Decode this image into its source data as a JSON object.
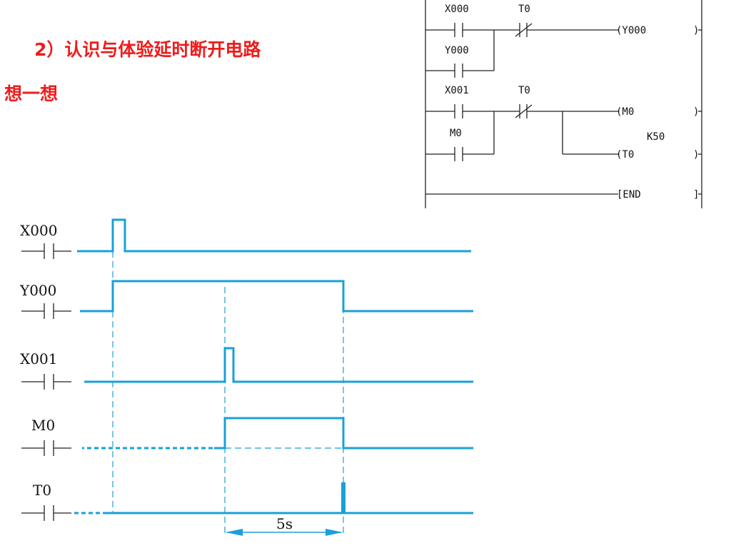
{
  "header": {
    "title": "2）认识与体验延时断开电路",
    "subtitle": "想一想"
  },
  "ladder": {
    "rungs": [
      {
        "contact": "X000",
        "parallel_contact": "Y000",
        "series_contact": "T0",
        "coil": "(Y000",
        "coil_end": ")"
      },
      {
        "contact": "X001",
        "parallel_contact": "M0",
        "series_contact": "T0",
        "coil": "(M0",
        "coil_end": ")",
        "timer_coil": "(T0",
        "timer_end": ")",
        "timer_setting": "K50"
      }
    ],
    "end_instruction": "[END",
    "end_bracket": "]"
  },
  "timing": {
    "signals": [
      "X000",
      "Y000",
      "X001",
      "M0",
      "T0"
    ],
    "interval_label": "5s"
  },
  "colors": {
    "title": "#ee1c1c",
    "waveform": "#1aa0d8",
    "ladder": "#222222"
  }
}
